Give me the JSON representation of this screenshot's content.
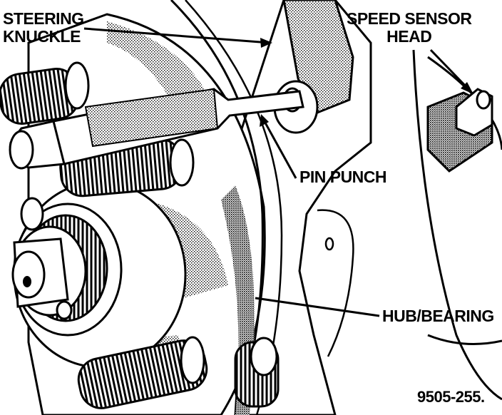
{
  "labels": {
    "steering_knuckle": {
      "line1": "STEERING",
      "line2": "KNUCKLE"
    },
    "speed_sensor_head": {
      "line1": "SPEED SENSOR",
      "line2": "HEAD"
    },
    "pin_punch": "PIN PUNCH",
    "hub_bearing": "HUB/BEARING"
  },
  "figure_number": "9505-255."
}
